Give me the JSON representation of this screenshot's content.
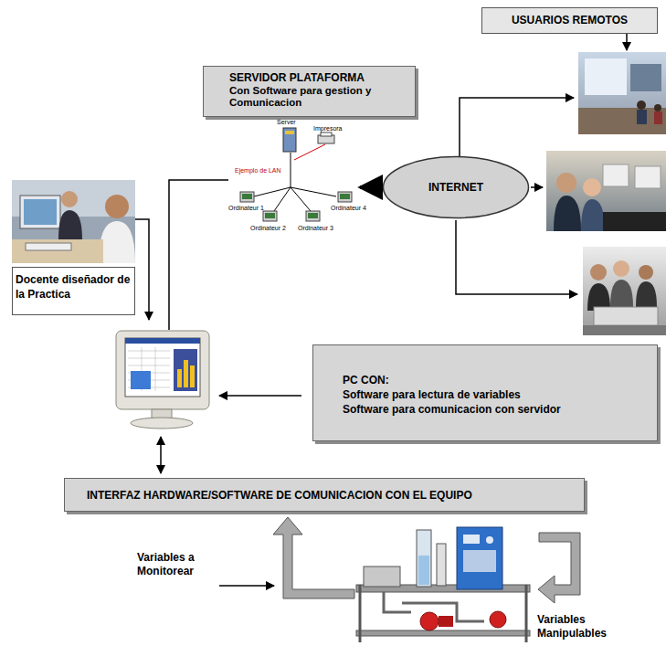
{
  "diagram": {
    "nodes": [
      {
        "text": [
          "USUARIOS REMOTOS"
        ]
      },
      {
        "text": [
          "SERVIDOR PLATAFORMA",
          "Con Software para gestion y Comunicacion"
        ]
      },
      {
        "text": [
          "INTERNET"
        ]
      },
      {
        "text": [
          "Docente diseñador de la Practica"
        ]
      },
      {
        "text": [
          "PC CON:",
          "Software para lectura de variables",
          "Software para comunicacion con servidor"
        ]
      },
      {
        "text": [
          "INTERFAZ HARDWARE/SOFTWARE DE COMUNICACION CON EL EQUIPO"
        ]
      }
    ],
    "labels": [
      "Server",
      "Impresora",
      "Ejemplo de LAN",
      "Ordinateur 1",
      "Ordinateur 4",
      "Ordinateur 2",
      "Ordinateur 3",
      "Variables a Monitorear",
      "Variables Manipulables"
    ]
  }
}
